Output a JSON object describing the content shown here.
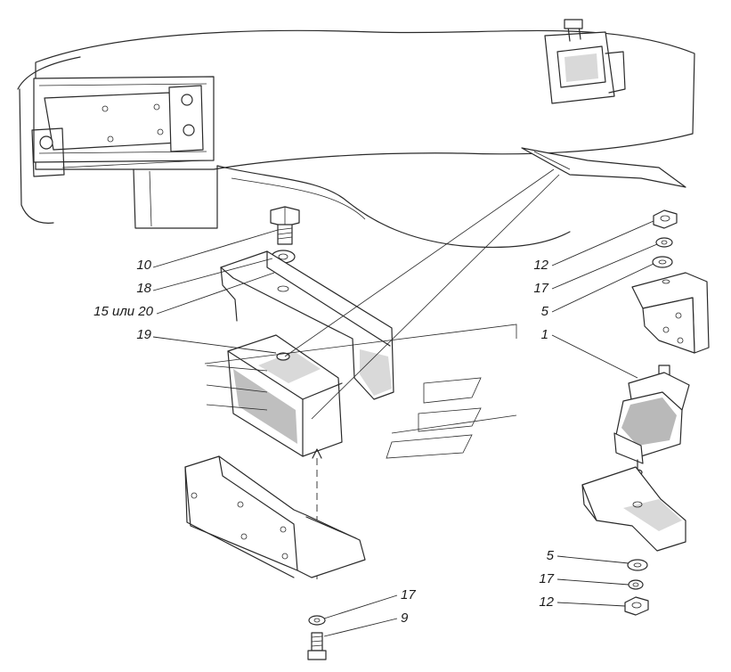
{
  "labels": {
    "l10": "10",
    "l18": "18",
    "l15or20": "15 или 20",
    "l19": "19",
    "l12_top": "12",
    "l17_top": "17",
    "l5_top": "5",
    "l1": "1",
    "l17_bottom": "17",
    "l9": "9",
    "l5_bottom": "5",
    "l17_right": "17",
    "l12_bottom": "12"
  },
  "colors": {
    "line": "#2a2a2a",
    "shade": "#d9d9d9",
    "rubber": "#8a8a8a"
  }
}
